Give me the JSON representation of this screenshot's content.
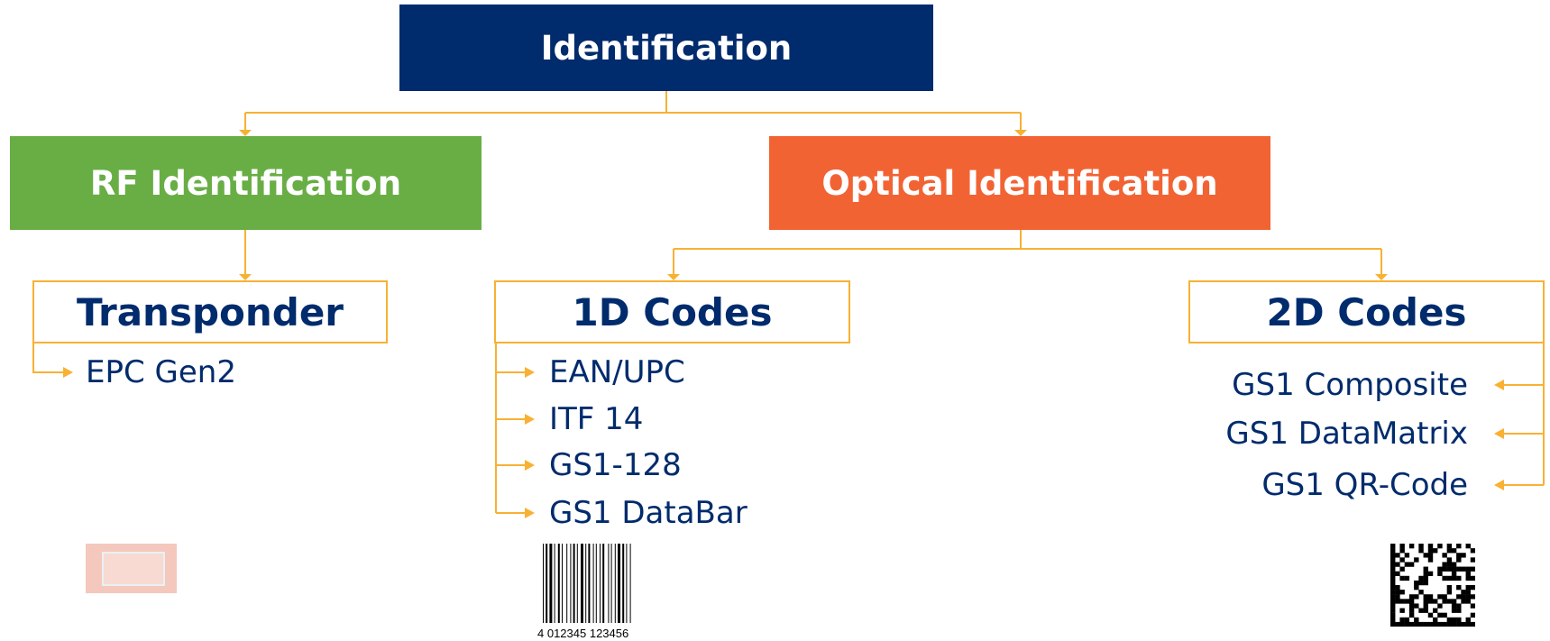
{
  "nodes": {
    "root": "Identification",
    "rf": "RF Identification",
    "optical": "Optical Identification",
    "transponder": "Transponder",
    "codes_1d": "1D Codes",
    "codes_2d": "2D Codes"
  },
  "transponder_items": [
    "EPC Gen2"
  ],
  "codes_1d_items": [
    "EAN/UPC",
    "ITF 14",
    "GS1-128",
    "GS1 DataBar"
  ],
  "codes_2d_items": [
    "GS1 Composite",
    "GS1 DataMatrix",
    "GS1 QR-Code"
  ],
  "barcode_digits": "4 012345 123456",
  "colors": {
    "root": "#002b6c",
    "rf": "#68ae45",
    "optical": "#f26334",
    "connector": "#f8b133",
    "text": "#002b6c"
  },
  "icons": {
    "rf_image": "rfid-tag-image",
    "barcode_image": "ean-barcode-image",
    "matrix_image": "datamatrix-code-image"
  }
}
